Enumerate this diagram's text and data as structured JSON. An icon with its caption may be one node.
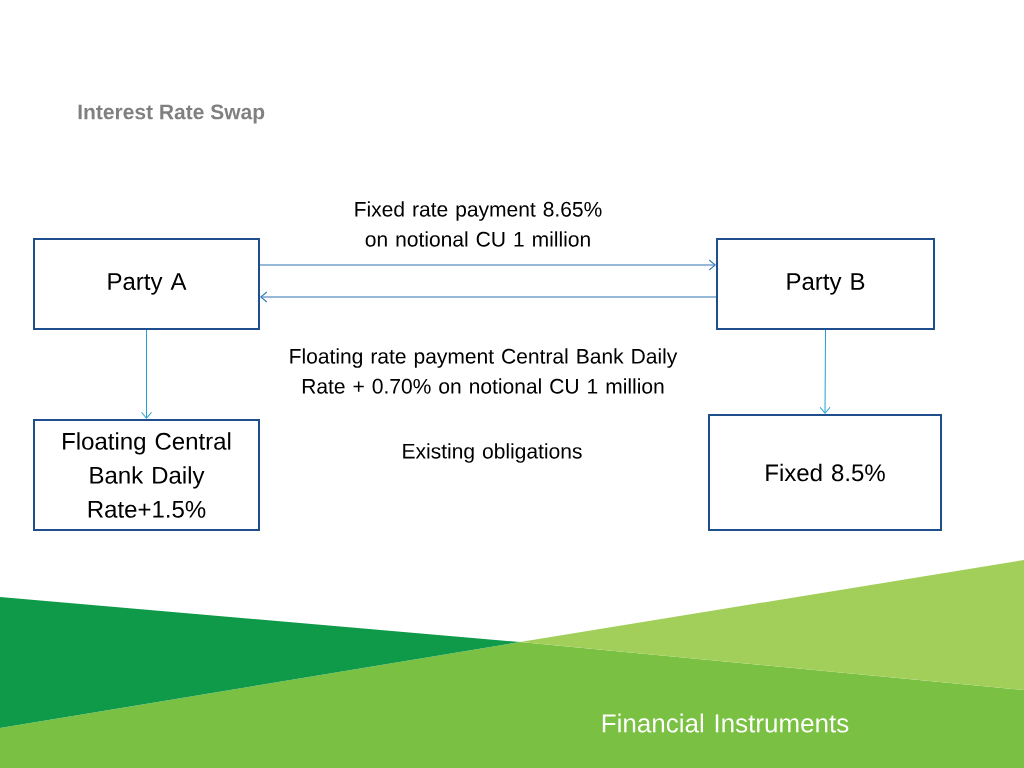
{
  "diagram": {
    "title": "Interest Rate Swap",
    "nodes": [
      {
        "text": [
          "Party A"
        ]
      },
      {
        "text": [
          "Party B"
        ]
      },
      {
        "text": [
          "Floating Central Bank Daily Rate+1.5%"
        ]
      },
      {
        "text": [
          "Fixed 8.5%"
        ]
      }
    ],
    "edges": [
      {
        "from": 0,
        "to": 1,
        "arrow": "to",
        "label": "Fixed rate payment 8.65% on notional CU 1 million"
      },
      {
        "from": 1,
        "to": 0,
        "arrow": "to",
        "label": "Floating rate payment Central Bank Daily Rate + 0.70% on notional CU 1 million"
      },
      {
        "from": 0,
        "to": 2,
        "arrow": "to",
        "color": "#1fa0d4"
      },
      {
        "from": 1,
        "to": 3,
        "arrow": "to",
        "color": "#1fa0d4"
      }
    ],
    "labels": [
      "Existing obligations",
      "Financial Instruments"
    ]
  }
}
